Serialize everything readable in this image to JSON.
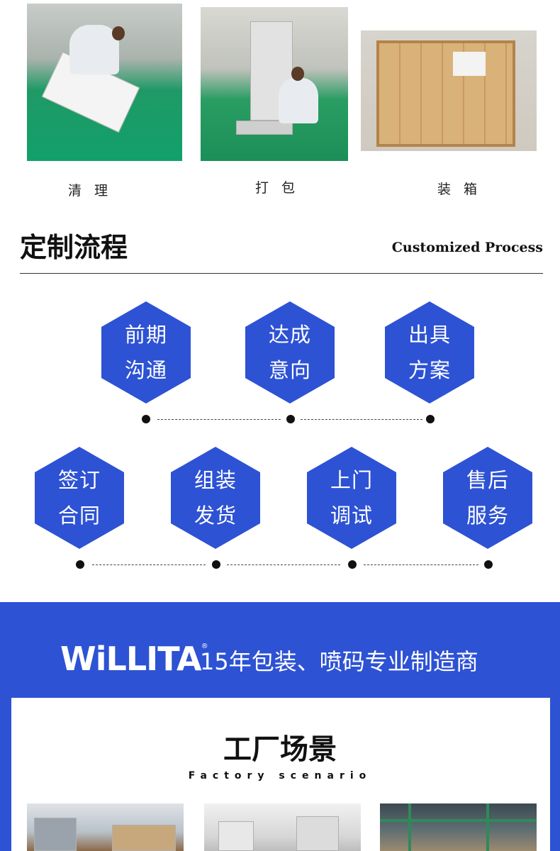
{
  "photos": {
    "captions": [
      "清 理",
      "打 包",
      "装 箱"
    ]
  },
  "section": {
    "title": "定制流程",
    "subtitle": "Customized Process"
  },
  "process_steps": [
    {
      "line1": "前期",
      "line2": "沟通"
    },
    {
      "line1": "达成",
      "line2": "意向"
    },
    {
      "line1": "出具",
      "line2": "方案"
    },
    {
      "line1": "签订",
      "line2": "合同"
    },
    {
      "line1": "组装",
      "line2": "发货"
    },
    {
      "line1": "上门",
      "line2": "调试"
    },
    {
      "line1": "售后",
      "line2": "服务"
    }
  ],
  "banner": {
    "brand": "WiLLITA",
    "registered": "®",
    "slogan": "15年包装、喷码专业制造商"
  },
  "factory": {
    "title": "工厂场景",
    "subtitle": "Factory scenario"
  },
  "colors": {
    "accent": "#2d52d4"
  }
}
